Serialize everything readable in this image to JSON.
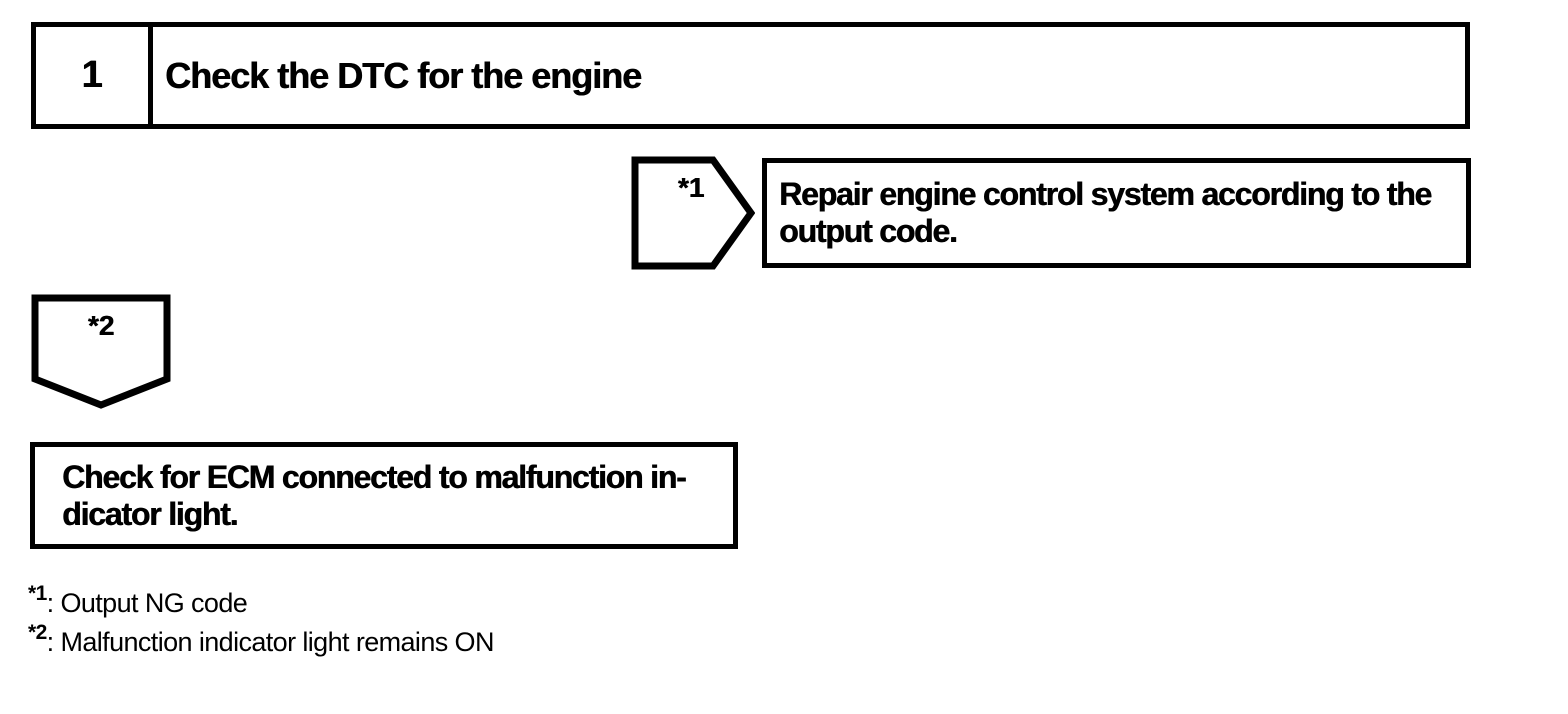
{
  "step": {
    "number": "1",
    "title": "Check the DTC for the engine"
  },
  "branch_right": {
    "marker": "*1",
    "action_lines": [
      "Repair engine control system according to the",
      "output code."
    ]
  },
  "branch_down": {
    "marker": "*2"
  },
  "next_action": {
    "lines": [
      "Check for ECM connected to malfunction in-",
      "dicator light."
    ]
  },
  "footnotes": [
    {
      "marker": "*1",
      "text": ": Output NG code"
    },
    {
      "marker": "*2",
      "text": ": Malfunction indicator light remains ON"
    }
  ],
  "colors": {
    "ink": "#000000",
    "background": "#ffffff"
  }
}
